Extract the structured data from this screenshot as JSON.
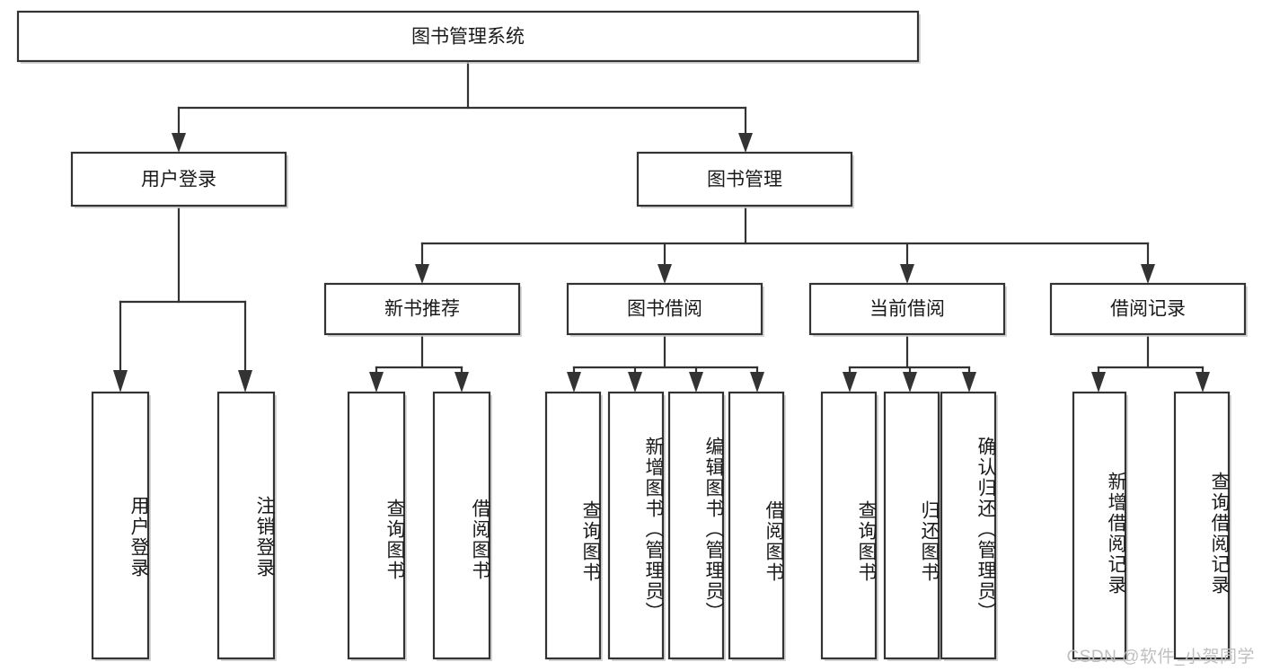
{
  "diagram": {
    "type": "hierarchy-tree",
    "title": "图书管理系统",
    "colors": {
      "box_fill": "#ffffff",
      "box_stroke": "#333333",
      "text": "#1a1a1a",
      "shadow": "#c8c8c8",
      "watermark": "#bfbfbf",
      "background": "#ffffff"
    },
    "root": {
      "label": "图书管理系统"
    },
    "level2": [
      {
        "id": "user-login",
        "label": "用户登录"
      },
      {
        "id": "book-management",
        "label": "图书管理"
      }
    ],
    "level3": [
      {
        "id": "new-book-recommend",
        "label": "新书推荐",
        "parent": "book-management"
      },
      {
        "id": "book-borrow",
        "label": "图书借阅",
        "parent": "book-management"
      },
      {
        "id": "current-borrow",
        "label": "当前借阅",
        "parent": "book-management"
      },
      {
        "id": "borrow-record",
        "label": "借阅记录",
        "parent": "book-management"
      }
    ],
    "leaves": {
      "user-login": [
        {
          "id": "leaf-user-login",
          "label": "用户登录"
        },
        {
          "id": "leaf-logout-login",
          "label": "注销登录"
        }
      ],
      "new-book-recommend": [
        {
          "id": "leaf-query-book-1",
          "label": "查询图书"
        },
        {
          "id": "leaf-borrow-book-1",
          "label": "借阅图书"
        }
      ],
      "book-borrow": [
        {
          "id": "leaf-query-book-2",
          "label": "查询图书"
        },
        {
          "id": "leaf-add-book",
          "label": "新增图书（管理员）"
        },
        {
          "id": "leaf-edit-book",
          "label": "编辑图书（管理员）"
        },
        {
          "id": "leaf-borrow-book-2",
          "label": "借阅图书"
        }
      ],
      "current-borrow": [
        {
          "id": "leaf-query-book-3",
          "label": "查询图书"
        },
        {
          "id": "leaf-return-book",
          "label": "归还图书"
        },
        {
          "id": "leaf-confirm-return",
          "label": "确认归还（管理员）"
        }
      ],
      "borrow-record": [
        {
          "id": "leaf-add-record",
          "label": "新增借阅记录"
        },
        {
          "id": "leaf-query-record",
          "label": "查询借阅记录"
        }
      ]
    }
  },
  "watermark": {
    "text": "CSDN @软件_小贺同学"
  }
}
